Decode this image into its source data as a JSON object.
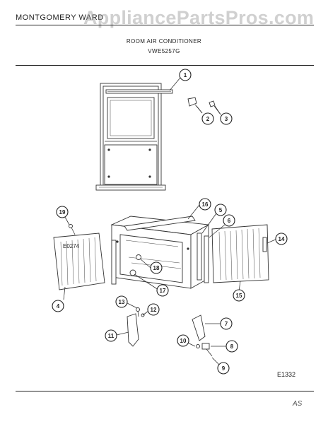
{
  "header": {
    "brand": "MONTGOMERY WARD",
    "watermark": "AppliancePartsPros.com",
    "title": "ROOM AIR CONDITIONER",
    "model": "VWE5257G"
  },
  "callouts": [
    "1",
    "2",
    "3",
    "4",
    "5",
    "6",
    "7",
    "8",
    "9",
    "10",
    "11",
    "12",
    "13",
    "14",
    "15",
    "16",
    "17",
    "18",
    "19"
  ],
  "inset_label": "E0274",
  "diagram_id": "E1332",
  "corner_mark": "AS"
}
